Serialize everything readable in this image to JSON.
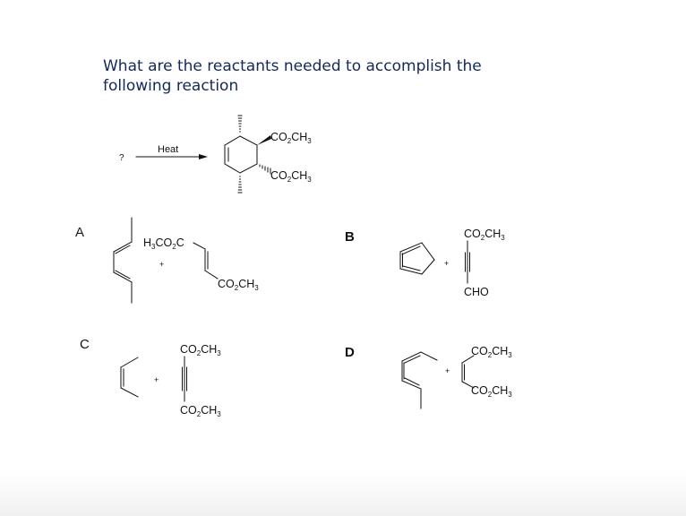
{
  "question": {
    "line1": "What are the reactants needed to accomplish the",
    "line2": "following reaction"
  },
  "reaction": {
    "reactant": "?",
    "condition": "Heat",
    "product": {
      "substituent_top": "CO2CH3",
      "substituent_bottom": "CO2CH3",
      "description": "cyclohexene ring with two methyl groups (hashed) and two CO2CH3 groups (one wedge, one hashed)"
    }
  },
  "options": [
    {
      "label": "A",
      "reactant1": "hexa-2,4-diene (skeletal)",
      "plus": "+",
      "reactant2_top": "H3CO2C",
      "reactant2_bottom": "CO2CH3"
    },
    {
      "label": "B",
      "reactant1": "cyclopentadiene (skeletal)",
      "plus": "+",
      "reactant2_top": "CO2CH3",
      "reactant2_bottom": "CHO"
    },
    {
      "label": "C",
      "reactant1": "2-butene (skeletal)",
      "plus": "+",
      "reactant2_top": "CO2CH3",
      "reactant2_bottom": "CO2CH3"
    },
    {
      "label": "D",
      "reactant1": "hexa-2,4-diene (skeletal)",
      "plus": "+",
      "reactant2_top": "CO2CH3",
      "reactant2_bottom": "CO2CH3"
    }
  ],
  "labels": {
    "co2ch3_main": "CO",
    "co2ch3_sub": "2",
    "co2ch3_end": "CH",
    "ch3_sub": "3",
    "h3co2c_h": "H",
    "h3co2c_mid": "CO",
    "h3co2c_c": "C",
    "cho": "CHO"
  }
}
